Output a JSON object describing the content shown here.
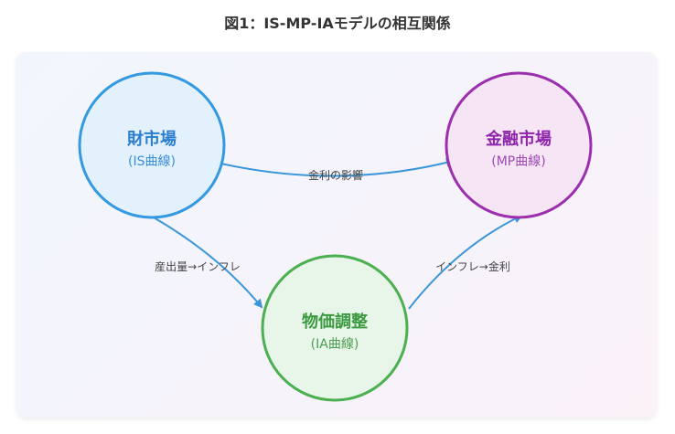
{
  "figure": {
    "title": "図1：IS-MP-IAモデルの相互関係"
  },
  "nodes": {
    "goods": {
      "title": "財市場",
      "sub": "(IS曲線)",
      "stroke": "#3399e0",
      "fill": "#e3f1fc",
      "text": "#2b7ed0"
    },
    "money": {
      "title": "金融市場",
      "sub": "(MP曲線)",
      "stroke": "#9b2fae",
      "fill": "#f6e5f5",
      "text": "#8e24aa"
    },
    "price": {
      "title": "物価調整",
      "sub": "(IA曲線)",
      "stroke": "#4caf50",
      "fill": "#e8f5e9",
      "text": "#3c9a40"
    }
  },
  "edges": {
    "goods_to_money": "金利の影響",
    "goods_to_price": "産出量→インフレ",
    "price_to_money": "インフレ→金利"
  },
  "colors": {
    "arrow": "#3a96d8"
  }
}
